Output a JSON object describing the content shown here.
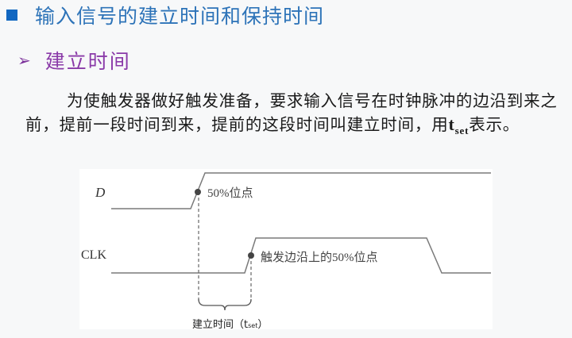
{
  "heading": {
    "bullet_icon": "square-bullet",
    "title": "输入信号的建立时间和保持时间",
    "color": "#2d73b8",
    "bullet_color": "#1167c1"
  },
  "subheading": {
    "arrow_icon": "arrow-bullet",
    "arrow_glyph": "➢",
    "title": "建立时间",
    "color": "#8a3aa8"
  },
  "paragraph": {
    "text_before": "为使触发器做好触发准备，要求输入信号在时钟脉冲的边沿到来之前，提前一段时间到来，提前的这段时间叫建立时间，用",
    "symbol": "t",
    "symbol_subscript": "set",
    "text_after": "表示。"
  },
  "diagram": {
    "signals": [
      {
        "name": "D",
        "label": "D"
      },
      {
        "name": "CLK",
        "label": "CLK"
      }
    ],
    "annotations": {
      "d_point": "50%位点",
      "clk_point": "触发边沿上的50%位点",
      "interval_label": "建立时间（t",
      "interval_sub": "set",
      "interval_close": "）"
    },
    "line_color": "#777777",
    "dot_color": "#444444"
  }
}
